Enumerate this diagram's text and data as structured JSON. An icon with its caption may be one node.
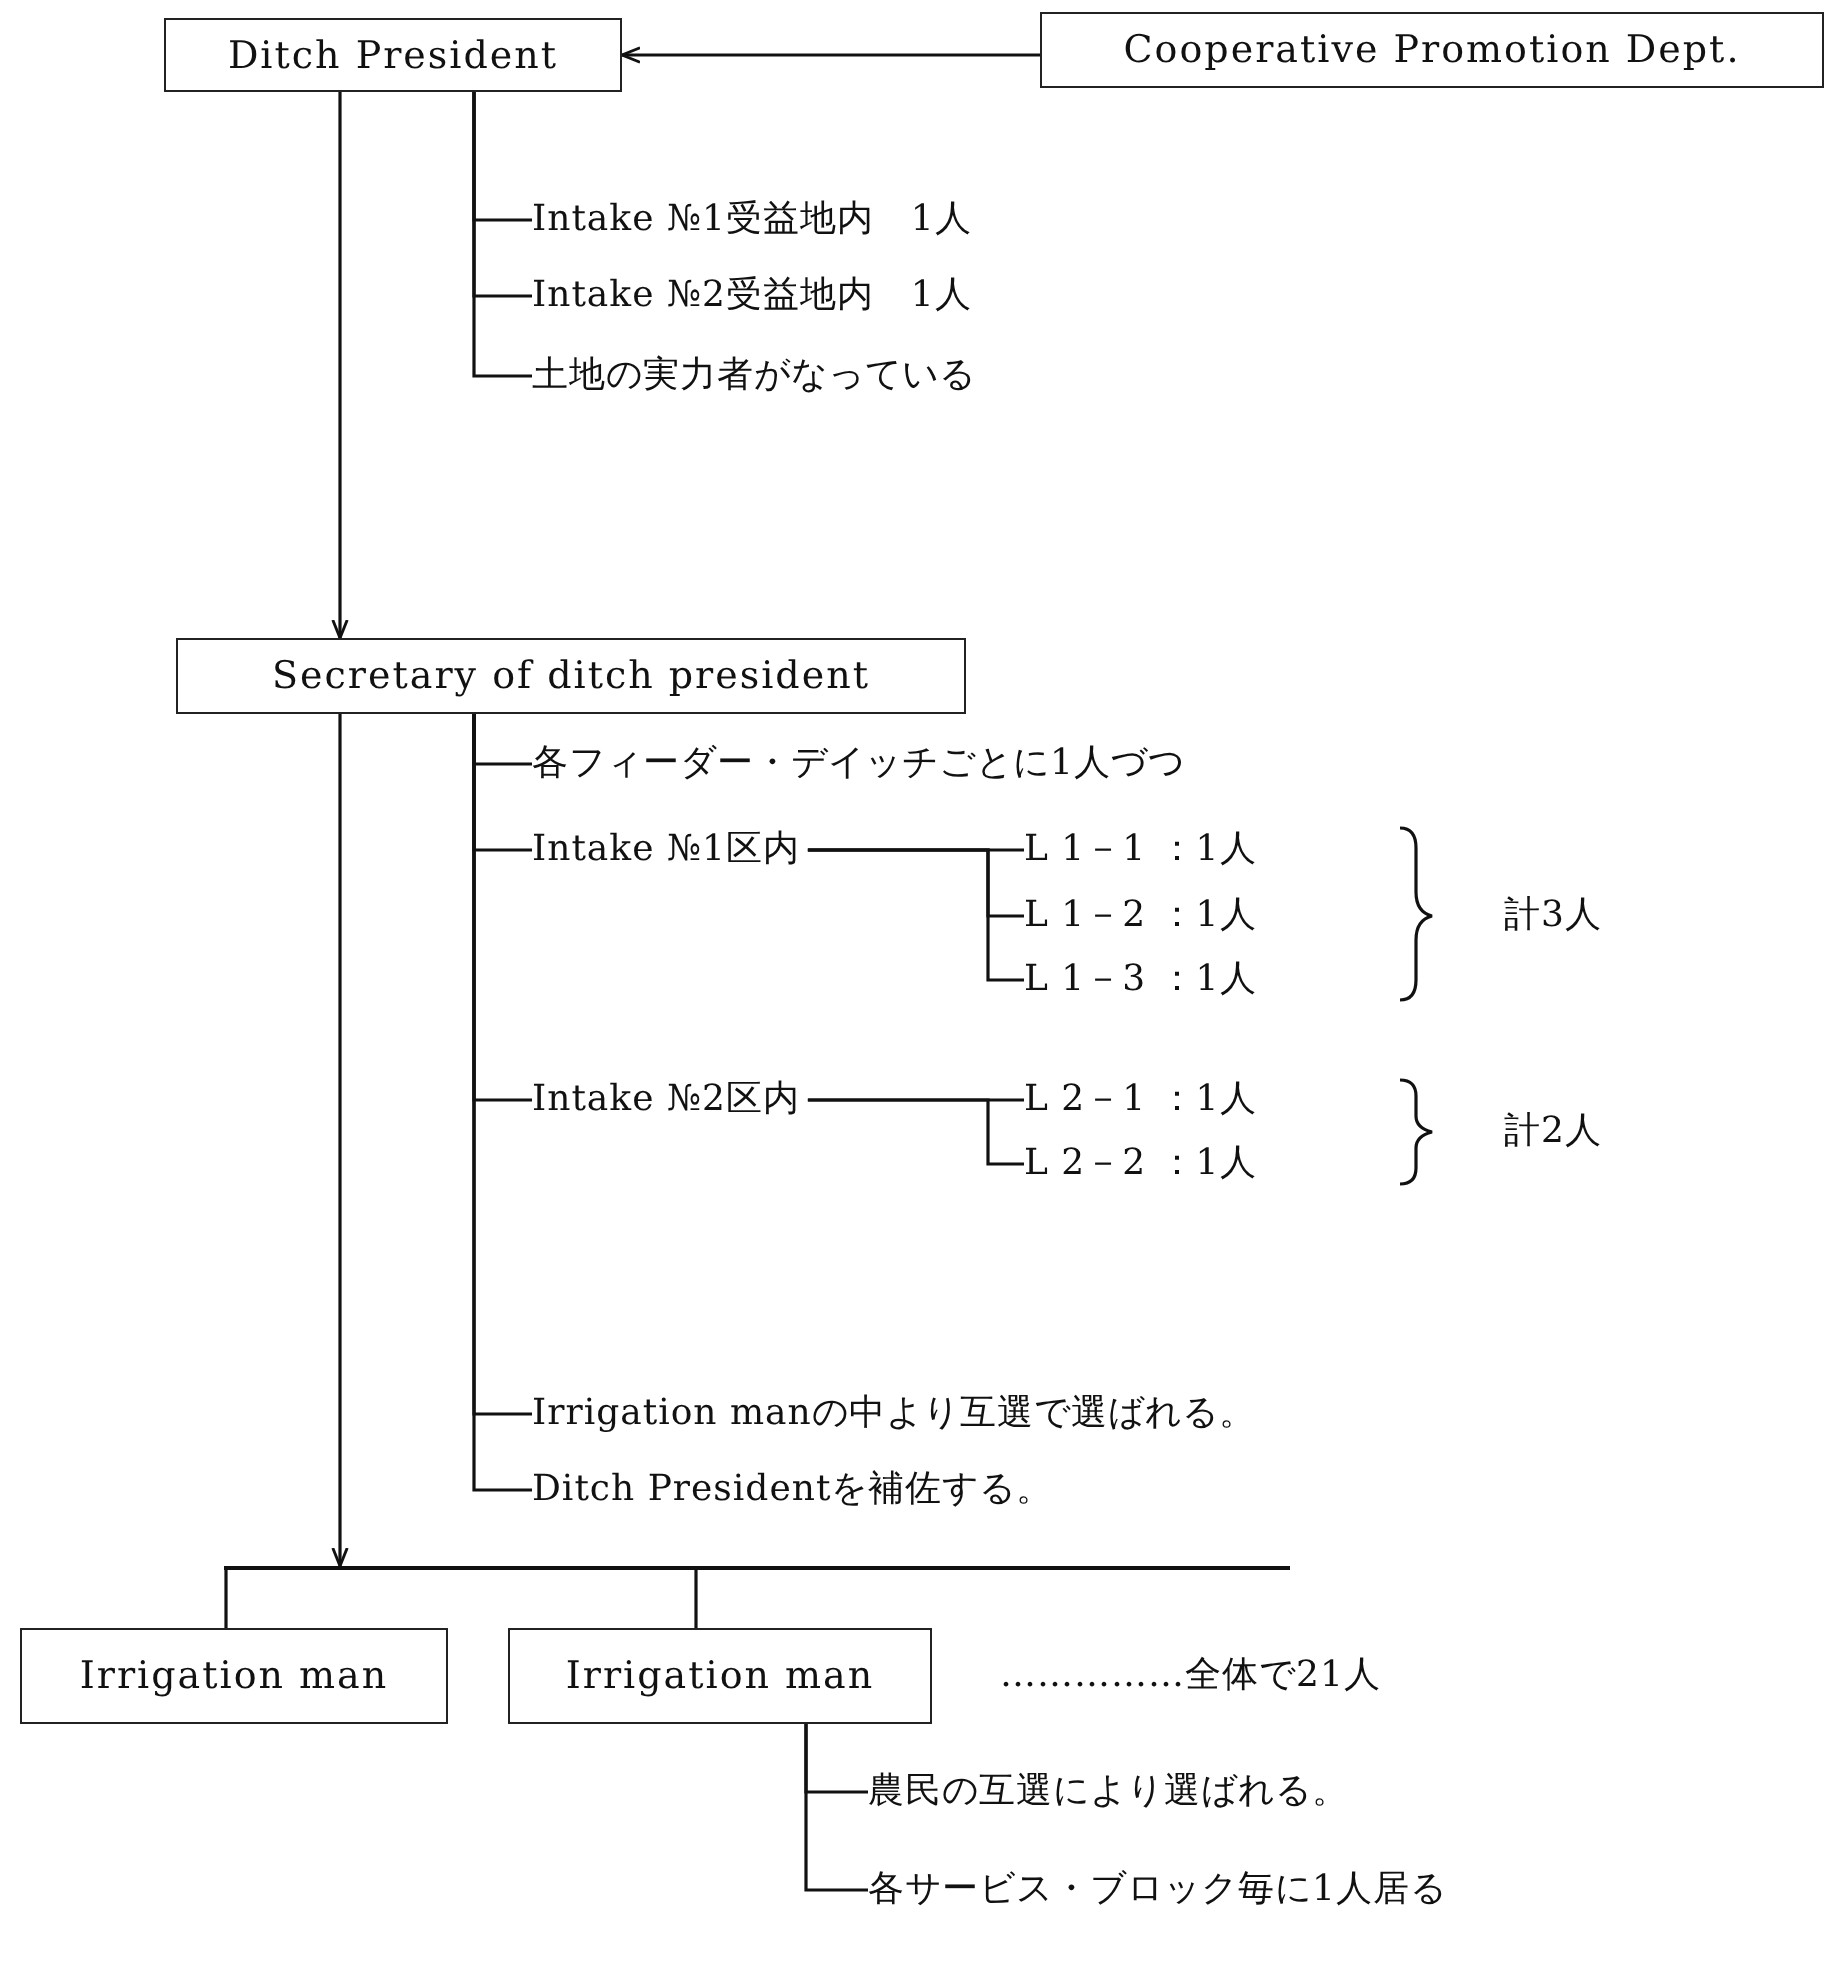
{
  "diagram": {
    "nodes": [
      {
        "text": [
          "Ditch President"
        ]
      },
      {
        "text": [
          "Cooperative Promotion Dept."
        ]
      },
      {
        "text": [
          "Secretary of ditch president"
        ]
      },
      {
        "text": [
          "Irrigation man"
        ]
      },
      {
        "text": [
          "Irrigation man"
        ]
      },
      {
        "text": [
          "Intake №1受益地内　1人"
        ]
      },
      {
        "text": [
          "Intake №2受益地内　1人"
        ]
      },
      {
        "text": [
          "土地の実力者がなっている"
        ]
      },
      {
        "text": [
          "各フィーダー・デイッチごとに1人づつ"
        ]
      },
      {
        "text": [
          "Intake №1区内"
        ]
      },
      {
        "text": [
          "L 1－1 ：1人"
        ]
      },
      {
        "text": [
          "L 1－2 ：1人"
        ]
      },
      {
        "text": [
          "L 1－3 ：1人"
        ]
      },
      {
        "text": [
          "Intake №2区内"
        ]
      },
      {
        "text": [
          "L 2－1 ：1人"
        ]
      },
      {
        "text": [
          "L 2－2 ：1人"
        ]
      },
      {
        "text": [
          "Irrigation manの中より互選で選ばれる。"
        ]
      },
      {
        "text": [
          "Ditch Presidentを補佐する。"
        ]
      },
      {
        "text": [
          "農民の互選により選ばれる。"
        ]
      },
      {
        "text": [
          "各サービス・ブロック毎に1人居る"
        ]
      },
      {
        "text": [],
        "shape": "bar"
      }
    ],
    "edges": [
      {
        "from": 1,
        "to": 0,
        "arrow": "to"
      },
      {
        "from": 0,
        "to": 2,
        "arrow": "to"
      },
      {
        "from": 2,
        "to": 20,
        "arrow": "to"
      },
      {
        "from": 20,
        "to": 3,
        "arrow": "none"
      },
      {
        "from": 20,
        "to": 4,
        "arrow": "none"
      },
      {
        "from": 0,
        "to": 5,
        "arrow": "none"
      },
      {
        "from": 0,
        "to": 6,
        "arrow": "none"
      },
      {
        "from": 0,
        "to": 7,
        "arrow": "none"
      },
      {
        "from": 2,
        "to": 8,
        "arrow": "none"
      },
      {
        "from": 2,
        "to": 9,
        "arrow": "none"
      },
      {
        "from": 2,
        "to": 13,
        "arrow": "none"
      },
      {
        "from": 2,
        "to": 16,
        "arrow": "none"
      },
      {
        "from": 2,
        "to": 17,
        "arrow": "none"
      },
      {
        "from": 9,
        "to": 10,
        "arrow": "none"
      },
      {
        "from": 9,
        "to": 11,
        "arrow": "none"
      },
      {
        "from": 9,
        "to": 12,
        "arrow": "none"
      },
      {
        "from": 13,
        "to": 14,
        "arrow": "none"
      },
      {
        "from": 13,
        "to": 15,
        "arrow": "none"
      },
      {
        "from": 4,
        "to": 18,
        "arrow": "none"
      },
      {
        "from": 4,
        "to": 19,
        "arrow": "none"
      }
    ],
    "labels": [
      "計3人",
      "計2人",
      "……………全体で21人"
    ]
  }
}
